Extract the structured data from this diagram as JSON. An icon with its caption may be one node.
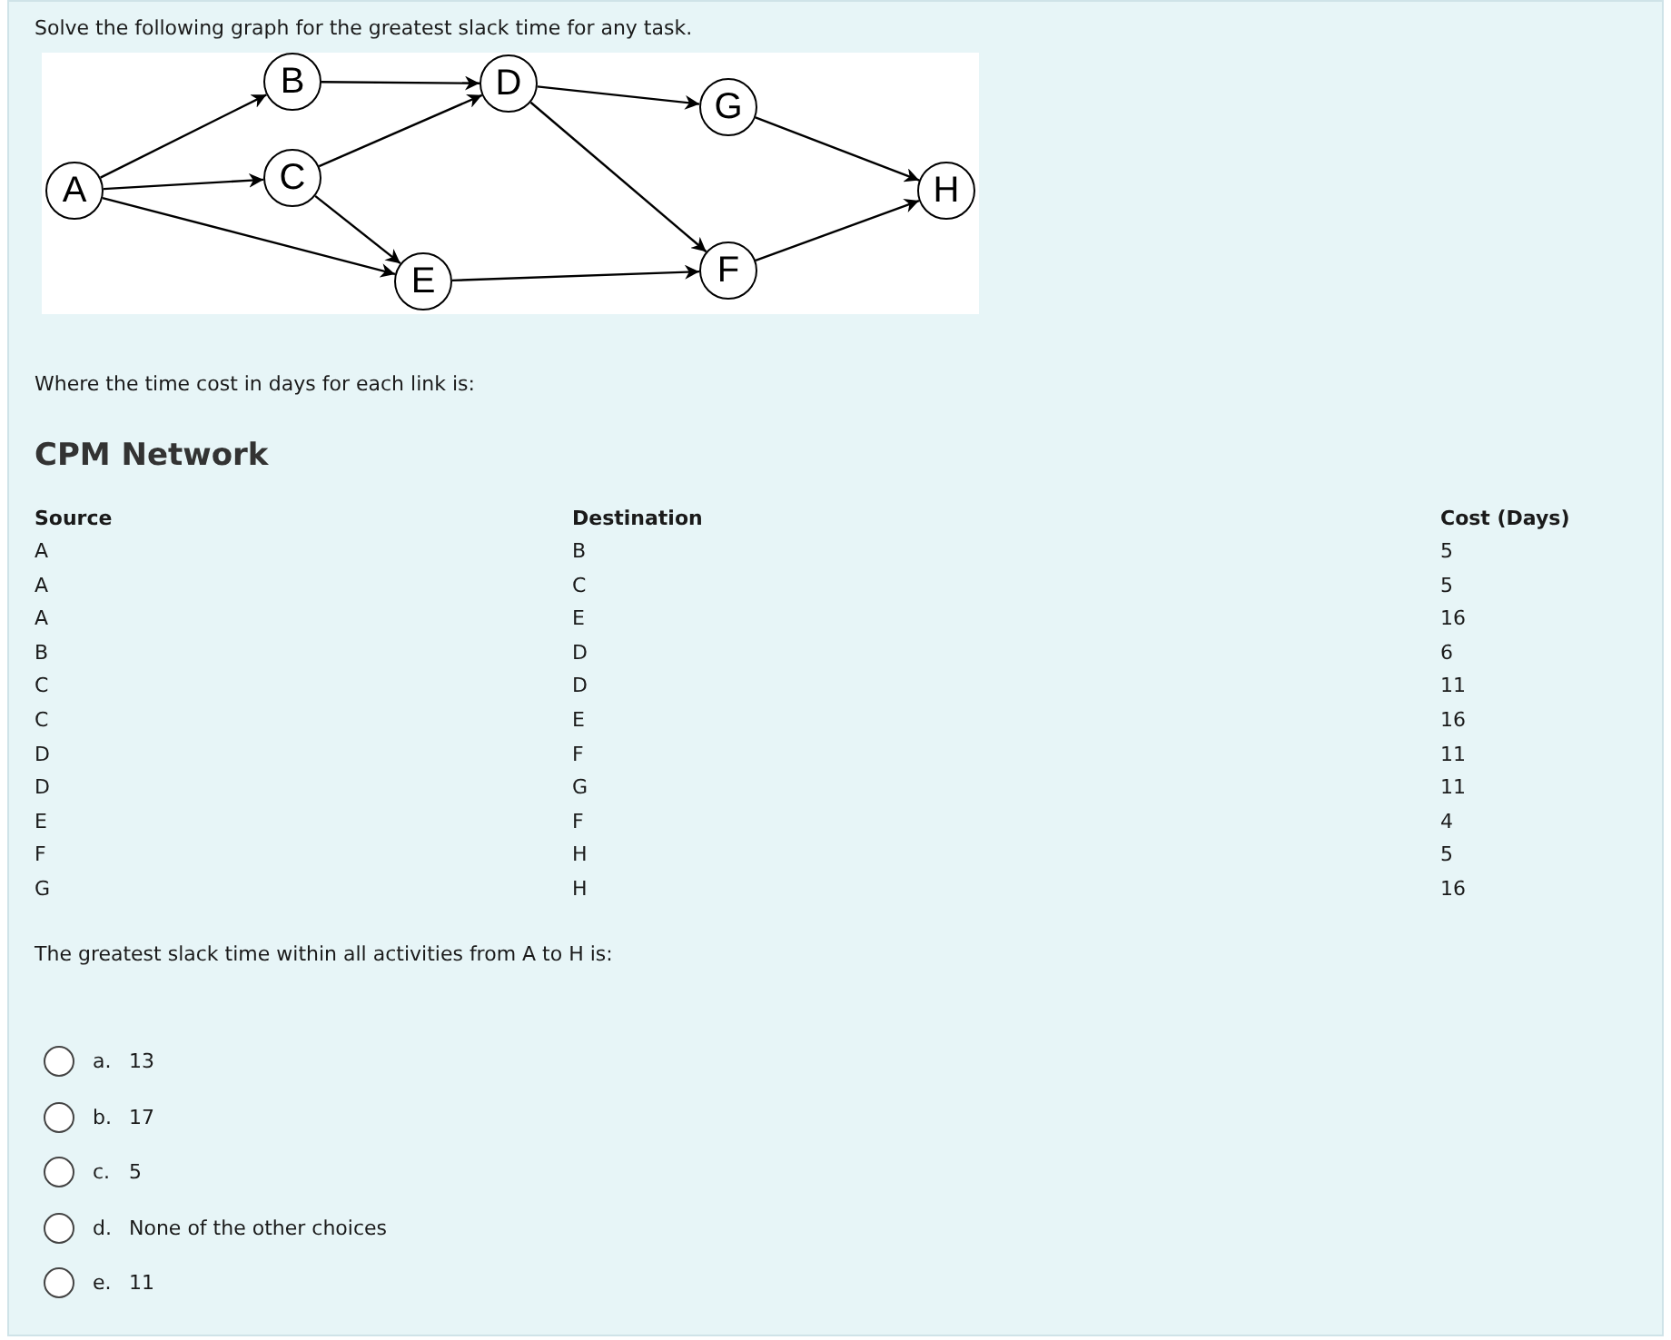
{
  "diagram": {
    "nodes": [
      {
        "text": [
          "A"
        ]
      },
      {
        "text": [
          "B"
        ]
      },
      {
        "text": [
          "C"
        ]
      },
      {
        "text": [
          "D"
        ]
      },
      {
        "text": [
          "E"
        ]
      },
      {
        "text": [
          "F"
        ]
      },
      {
        "text": [
          "G"
        ]
      },
      {
        "text": [
          "H"
        ]
      }
    ],
    "edges": [
      {
        "from": 0,
        "to": 1,
        "arrow": "to"
      },
      {
        "from": 0,
        "to": 2,
        "arrow": "to"
      },
      {
        "from": 0,
        "to": 4,
        "arrow": "to"
      },
      {
        "from": 1,
        "to": 3,
        "arrow": "to"
      },
      {
        "from": 2,
        "to": 3,
        "arrow": "to"
      },
      {
        "from": 2,
        "to": 4,
        "arrow": "to"
      },
      {
        "from": 3,
        "to": 5,
        "arrow": "to"
      },
      {
        "from": 3,
        "to": 6,
        "arrow": "to"
      },
      {
        "from": 4,
        "to": 5,
        "arrow": "to"
      },
      {
        "from": 5,
        "to": 7,
        "arrow": "to"
      },
      {
        "from": 6,
        "to": 7,
        "arrow": "to"
      }
    ],
    "labels": [
      "Solve the following graph for the greatest slack time for any task.",
      "Where the time cost in days for each link is:",
      "CPM Network",
      "Source",
      "Destination",
      "Cost (Days)",
      "A",
      "B",
      "5",
      "A",
      "C",
      "5",
      "A",
      "E",
      "16",
      "B",
      "D",
      "6",
      "C",
      "D",
      "11",
      "C",
      "E",
      "16",
      "D",
      "F",
      "11",
      "D",
      "G",
      "11",
      "E",
      "F",
      "4",
      "F",
      "H",
      "5",
      "G",
      "H",
      "16",
      "The greatest slack time within all activities from A to H is:",
      "a.",
      "13",
      "b.",
      "17",
      "c.",
      "5",
      "d.",
      "None of the other choices",
      "e.",
      "11"
    ]
  }
}
